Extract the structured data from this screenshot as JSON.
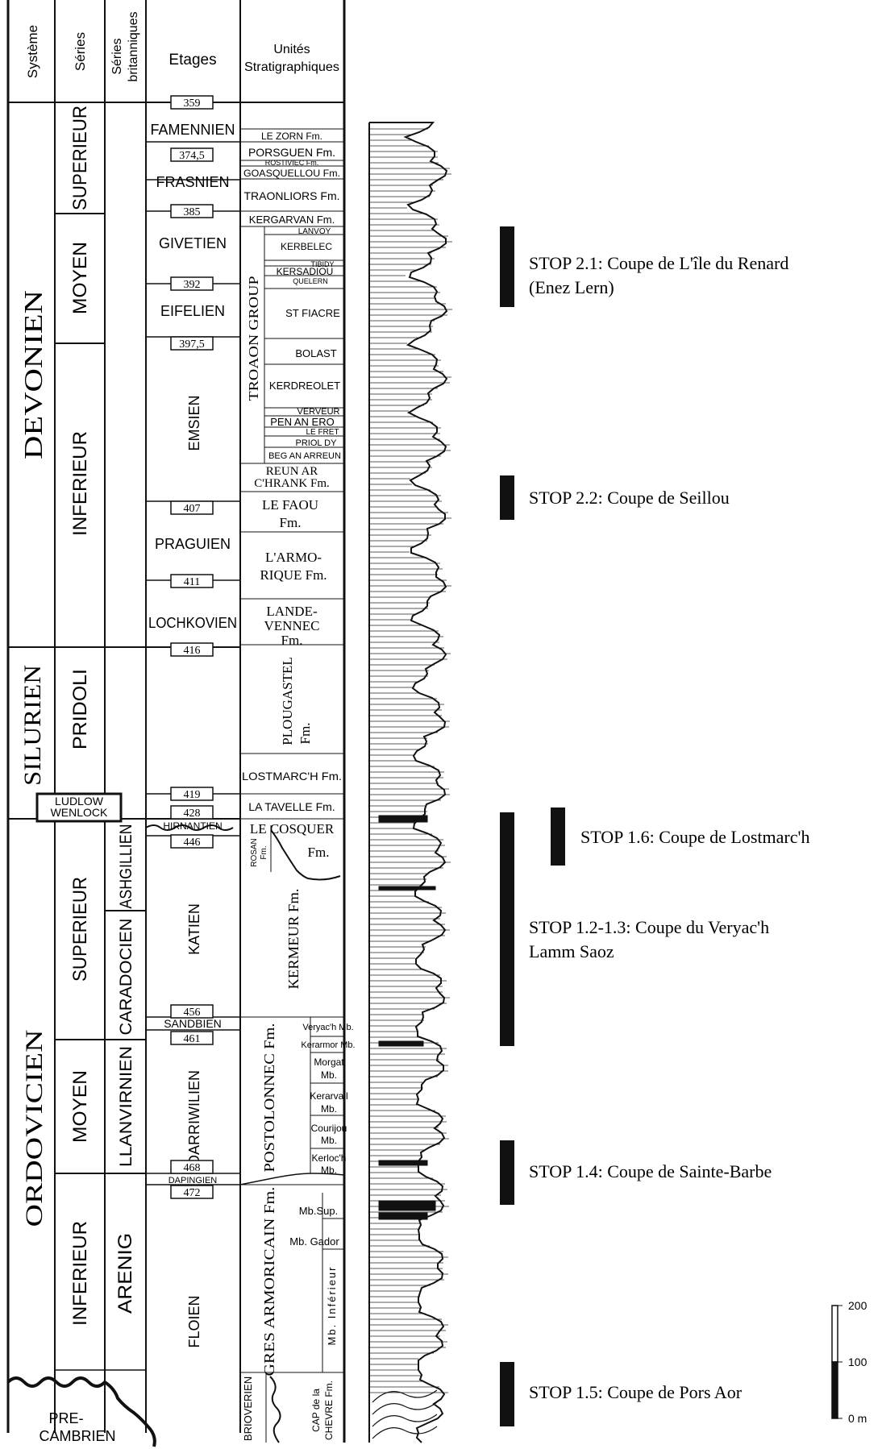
{
  "headers": {
    "systeme": "Système",
    "series": "Séries",
    "series_brit_1": "Séries",
    "series_brit_2": "britanniques",
    "etages": "Etages",
    "unites_1": "Unités",
    "unites_2": "Stratigraphiques"
  },
  "systems": {
    "devonien": "DEVONIEN",
    "silurien": "SILURIEN",
    "ordovicien": "ORDOVICIEN",
    "precambrien_1": "PRE-",
    "precambrien_2": "CAMBRIEN"
  },
  "series": {
    "dev_sup": "SUPERIEUR",
    "dev_moy": "MOYEN",
    "dev_inf": "INFERIEUR",
    "pridoli": "PRIDOLI",
    "ludlow": "LUDLOW",
    "wenlock": "WENLOCK",
    "ord_sup": "SUPERIEUR",
    "ord_moy": "MOYEN",
    "ord_inf": "INFERIEUR"
  },
  "british": {
    "ashgillien": "ASHGILLIEN",
    "caradocien": "CARADOCIEN",
    "llanvirnien": "LLANVIRNIEN",
    "arenig": "ARENIG"
  },
  "stages": {
    "famennien": "FAMENNIEN",
    "frasnien": "FRASNIEN",
    "givetien": "GIVETIEN",
    "eifelien": "EIFELIEN",
    "emsien": "EMSIEN",
    "praguien": "PRAGUIEN",
    "lochkovien": "LOCHKOVIEN",
    "hirnantien": "HIRNANTIEN",
    "katien": "KATIEN",
    "sandbien": "SANDBIEN",
    "darriwilien": "DARRIWILIEN",
    "dapingien": "DAPINGIEN",
    "floien": "FLOIEN"
  },
  "ages": [
    "359",
    "374,5",
    "385",
    "392",
    "397,5",
    "407",
    "411",
    "416",
    "419",
    "428",
    "446",
    "456",
    "461",
    "468",
    "472"
  ],
  "units": {
    "le_zorn": "LE ZORN Fm.",
    "porsguen": "PORSGUEN Fm.",
    "rostiviec": "ROSTIVIEC Fm.",
    "goasquellou": "GOASQUELLOU Fm.",
    "traonliors": "TRAONLIORS Fm.",
    "kergarvan": "KERGARVAN Fm.",
    "lanvoy": "LANVOY",
    "kerbelec": "KERBELEC",
    "tibidy": "TIBIDY",
    "kersadiou": "KERSADIOU",
    "quelern": "QUELERN",
    "st_fiacre": "ST FIACRE",
    "bolast": "BOLAST",
    "kerdreolet": "KERDREOLET",
    "verveur": "VERVEUR",
    "pen_an_ero": "PEN AN ERO",
    "le_fret": "LE FRET",
    "priol_dy": "PRIOL DY",
    "beg_an_arreun": "BEG AN ARREUN",
    "troaon_group": "TROAON GROUP",
    "reun_1": "REUN AR",
    "reun_2": "C'HRANK Fm.",
    "le_faou_1": "LE FAOU",
    "le_faou_2": "Fm.",
    "armorique_1": "L'ARMO-",
    "armorique_2": "RIQUE Fm.",
    "landevennec_1": "LANDE-",
    "landevennec_2": "VENNEC",
    "landevennec_3": "Fm.",
    "plougastel_1": "PLOUGASTEL",
    "plougastel_2": "Fm.",
    "lostmarch": "LOSTMARC'H Fm.",
    "latavelle": "LA TAVELLE Fm.",
    "le_cosquer_1": "LE COSQUER",
    "le_cosquer_2": "Fm.",
    "rosan_1": "ROSAN",
    "rosan_2": "Fm.",
    "kermeur": "KERMEUR Fm.",
    "postolonnec": "POSTOLONNEC Fm.",
    "veryach_mb": "Veryac'h Mb.",
    "kerarmor_mb": "Kerarmor Mb.",
    "morgat_1": "Morgat",
    "morgat_2": "Mb.",
    "kerarvail_1": "Kerarvail",
    "kerarvail_2": "Mb.",
    "courijou_1": "Courijou",
    "courijou_2": "Mb.",
    "kerloch_1": "Kerloc'h",
    "kerloch_2": "Mb.",
    "gres_armoricain": "GRES ARMORICAIN Fm.",
    "mb_sup": "Mb.Sup.",
    "mb_gador": "Mb. Gador",
    "mb_inferieur": "Mb. Inférieur",
    "brioverien": "BRIOVERIEN",
    "cap_chevre_1": "CAP de la",
    "cap_chevre_2": "CHEVRE Fm."
  },
  "stops": {
    "s21_1": "STOP 2.1: Coupe de L'île du Renard",
    "s21_2": "(Enez Lern)",
    "s22": "STOP 2.2: Coupe de Seillou",
    "s16": "STOP 1.6: Coupe de Lostmarc'h",
    "s12_1": "STOP 1.2-1.3: Coupe du Veryac'h",
    "s12_2": "Lamm Saoz",
    "s14": "STOP 1.4: Coupe de Sainte-Barbe",
    "s15": "STOP 1.5: Coupe de Pors Aor"
  },
  "scale": {
    "v200": "200",
    "v100": "100",
    "v0": "0 m"
  }
}
